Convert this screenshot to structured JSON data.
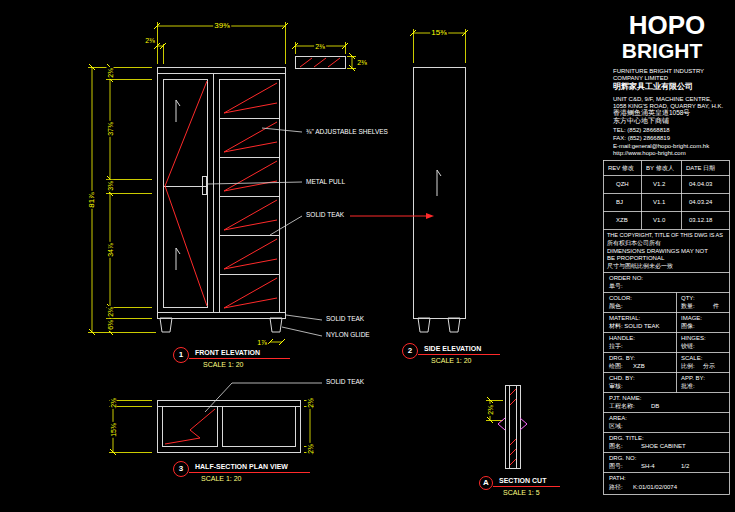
{
  "diagram": {
    "nodes": [
      {
        "text": [
          "1"
        ]
      },
      {
        "text": [
          "2"
        ]
      },
      {
        "text": [
          "3"
        ]
      },
      {
        "text": [
          "A"
        ]
      }
    ],
    "labels": [
      "39⅜",
      "2⅜",
      "2⅜",
      "2⅜",
      "15⅜",
      "81⅞",
      "2⅜",
      "37⅜",
      "3⅜",
      "34⅞",
      "2⅜",
      "6⅜",
      "1⅞",
      "⅜\" ADJUSTABLE SHELVES",
      "METAL PULL",
      "SOLID TEAK",
      "SOLID TEAK",
      "NYLON GLIDE",
      "FRONT ELEVATION",
      "SCALE 1: 20",
      "SIDE ELEVATION",
      "SCALE 1: 20",
      "SOLID TEAK",
      "15⅜",
      "2⅜",
      "2⅜",
      "2⅜",
      "HALF-SECTION PLAN VIEW",
      "SCALE 1: 20",
      "2⅜",
      "SECTION CUT",
      "SCALE 1: 5",
      "HOPO",
      "BRIGHT",
      "FURNITURE BRIGHT INDUSTRY",
      "COMPANY LIMITED",
      "明辉家具工业有限公司",
      "UNIT C&D, 9/F, MACHINE CENTRE,",
      "1058 KING'S ROAD, QUARRY BAY, H.K.",
      "香港鲗鱼涌英皇道1058号",
      "东方中心地下商铺",
      "TEL: (852) 28668818",
      "FAX: (852) 28668819",
      "E-mail:general@hopo-bright.com.hk",
      "http://www.hopo-bright.com",
      "REV 修改",
      "BY 修改人",
      "DATE 日期",
      "QZH",
      "V1.2",
      "04.04.03",
      "BJ",
      "V1.1",
      "04.03.24",
      "XZB",
      "V1.0",
      "03.12.18",
      "THE COPYRIGHT, TITLE OF THIS DWG IS AS",
      "所有权归本公司所有",
      "DIMENSIONS DRAWINGS MAY NOT",
      "BE PROPORTIONAL",
      "尺寸与图纸比例未必一致",
      "ORDER NO:",
      "单号:",
      "COLOR:",
      "QTY:",
      "颜色:",
      "数量:",
      "件",
      "MATERIAL:",
      "IMAGE:",
      "材料: SOLID TEAK",
      "图像:",
      "HANDLE:",
      "HINGES:",
      "拉手:",
      "铰链:",
      "DRG. BY:",
      "SCALE:",
      "绘图:",
      "XZB",
      "比例:",
      "分示",
      "CHD. BY:",
      "APP. BY:",
      "审核:",
      "批准:",
      "PJT. NAME:",
      "工程名称:",
      "DB",
      "AREA:",
      "区域:",
      "DRG. TITLE:",
      "图名:",
      "SHOE CABINET",
      "DRG. NO:",
      "图号:",
      "SH-4",
      "1/2",
      "PATH:",
      "路径:",
      "K:01/01/02/0074"
    ]
  }
}
